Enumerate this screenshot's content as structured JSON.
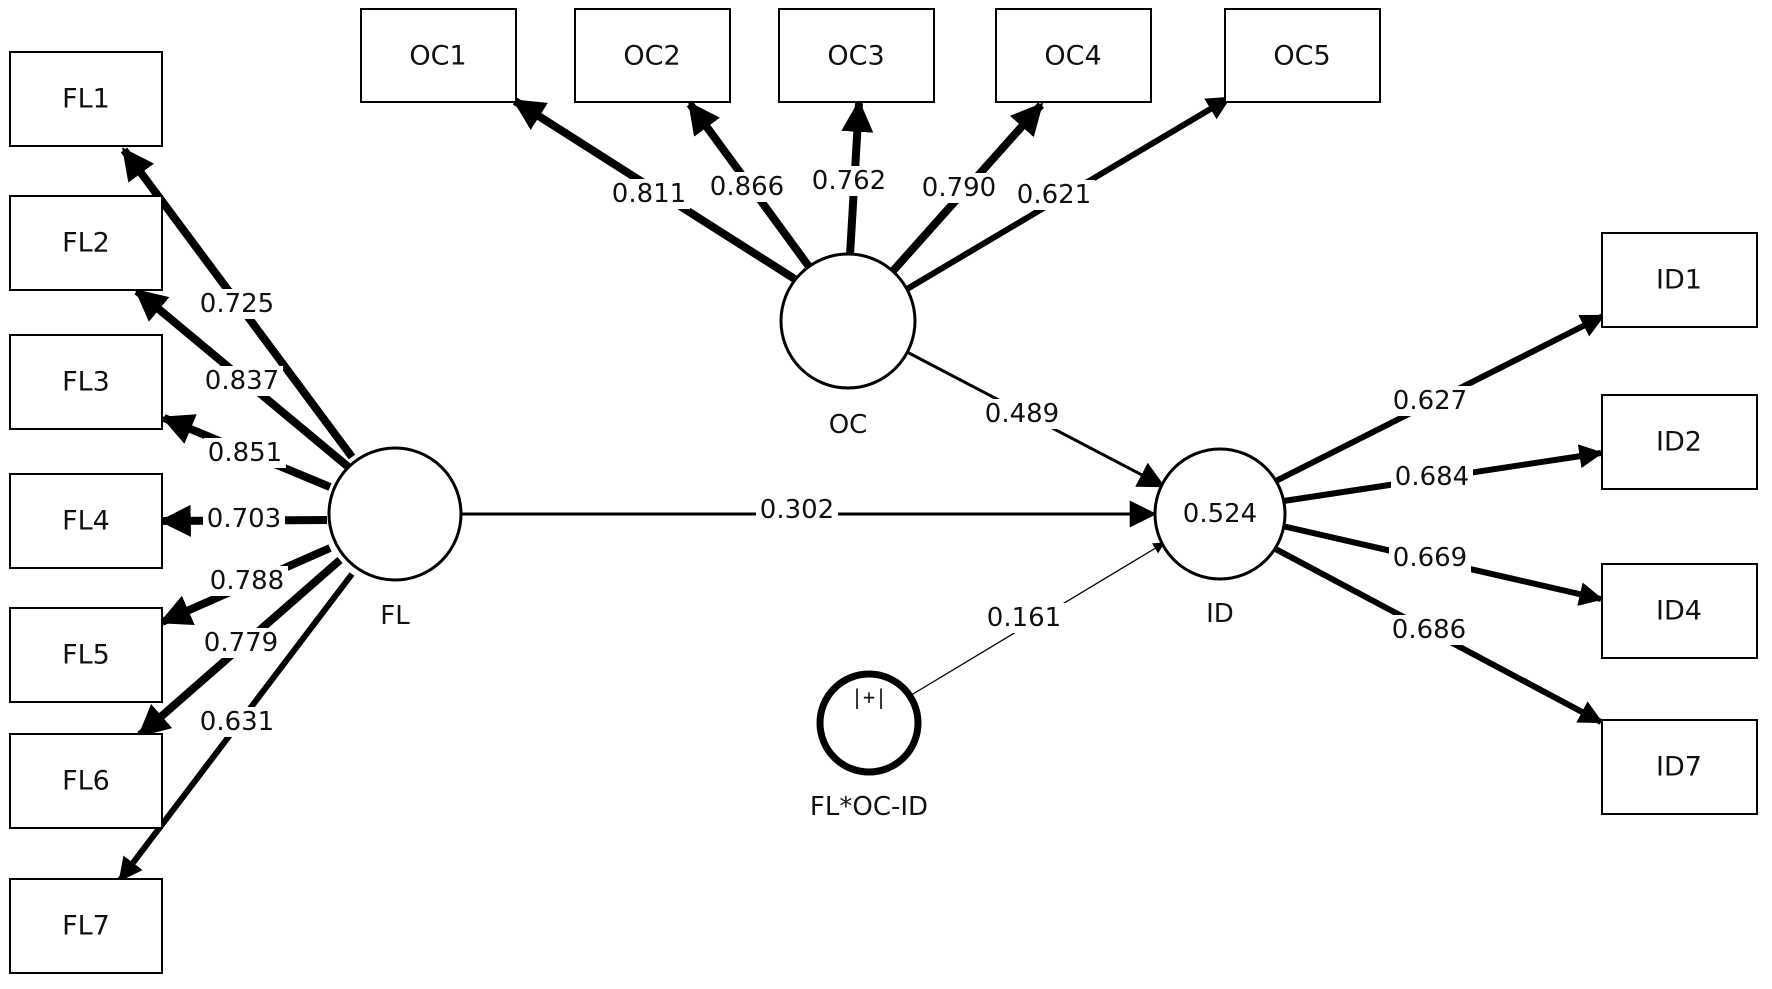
{
  "nodes": {
    "FL": {
      "name": "FL",
      "value": ""
    },
    "OC": {
      "name": "OC",
      "value": ""
    },
    "ID": {
      "name": "ID",
      "value": "0.524"
    },
    "MOD": {
      "name": "FL*OC-ID",
      "value": "",
      "glyph": "|+|"
    }
  },
  "indicators": {
    "FL1": "FL1",
    "FL2": "FL2",
    "FL3": "FL3",
    "FL4": "FL4",
    "FL5": "FL5",
    "FL6": "FL6",
    "FL7": "FL7",
    "OC1": "OC1",
    "OC2": "OC2",
    "OC3": "OC3",
    "OC4": "OC4",
    "OC5": "OC5",
    "ID1": "ID1",
    "ID2": "ID2",
    "ID4": "ID4",
    "ID7": "ID7"
  },
  "loadings": {
    "FL1": "0.725",
    "FL2": "0.837",
    "FL3": "0.851",
    "FL4": "0.703",
    "FL5": "0.788",
    "FL6": "0.779",
    "FL7": "0.631",
    "OC1": "0.811",
    "OC2": "0.866",
    "OC3": "0.762",
    "OC4": "0.790",
    "OC5": "0.621",
    "ID1": "0.627",
    "ID2": "0.684",
    "ID4": "0.669",
    "ID7": "0.686"
  },
  "paths": {
    "FL_ID": "0.302",
    "OC_ID": "0.489",
    "MOD_ID": "0.161"
  },
  "colors": {
    "stroke": "#000000",
    "fill": "#ffffff",
    "text": "#111111"
  }
}
